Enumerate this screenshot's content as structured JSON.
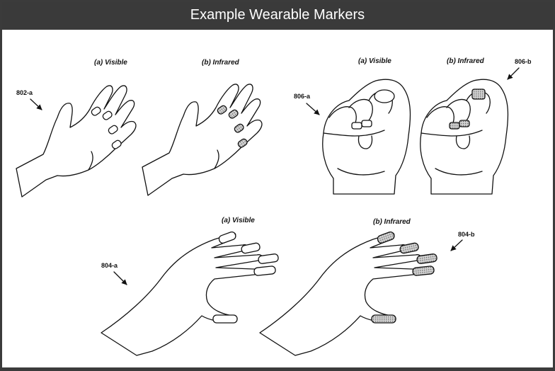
{
  "title": "Example Wearable Markers",
  "figures": [
    {
      "id": "802",
      "captions": [
        "(a) Visible",
        "(b) Infrared"
      ],
      "reference": "802-a"
    },
    {
      "id": "806",
      "captions": [
        "(a) Visible",
        "(b) Infrared"
      ],
      "references": [
        "806-a",
        "806-b"
      ]
    },
    {
      "id": "804",
      "captions": [
        "(a) Visible",
        "(b) Infrared"
      ],
      "references": [
        "804-a",
        "804-b"
      ]
    }
  ],
  "colors": {
    "frame": "#3b3b3b",
    "title_text": "#ffffff",
    "panel": "#ffffff",
    "line": "#111111",
    "marker_fill": "#bdbdbd"
  }
}
